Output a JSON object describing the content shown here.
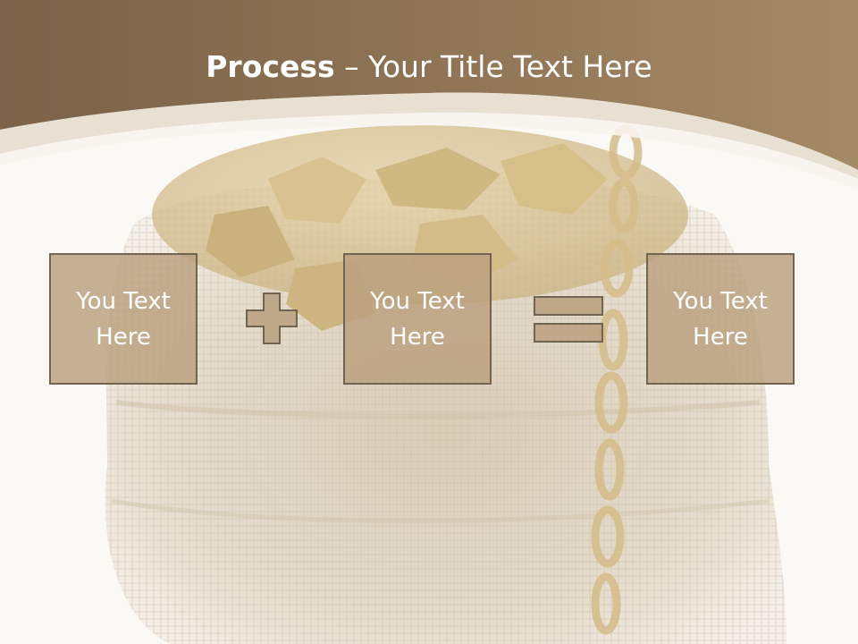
{
  "slide": {
    "title_bold": "Process",
    "title_rest": " – Your Title Text Here",
    "boxes": [
      {
        "label": "You Text Here"
      },
      {
        "label": "You Text Here"
      },
      {
        "label": "You Text Here"
      }
    ],
    "operators": [
      "plus-icon",
      "equals-icon"
    ]
  },
  "colors": {
    "header_brown": "#8c7254",
    "box_fill": "#baa07e",
    "box_border": "#726352",
    "text": "#ffffff"
  }
}
